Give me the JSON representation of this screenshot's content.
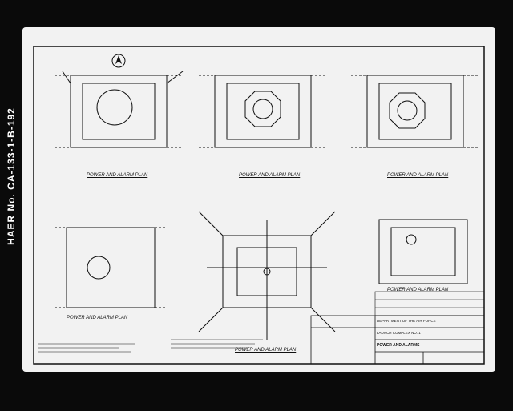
{
  "document": {
    "side_label": "HAER No. CA-133-1-B-192",
    "plan_titles": [
      "POWER AND ALARM PLAN",
      "POWER AND ALARM PLAN",
      "POWER AND ALARM PLAN",
      "POWER AND ALARM PLAN",
      "POWER AND ALARM PLAN",
      "POWER AND ALARM PLAN"
    ],
    "title_block": {
      "agency": "DEPARTMENT OF THE AIR FORCE",
      "subtitle": "LAUNCH COMPLEX NO. 1",
      "drawing_title": "POWER AND ALARMS"
    }
  },
  "colors": {
    "ink": "#111111",
    "paper": "#f2f2f2",
    "frame": "#0a0a0a"
  }
}
